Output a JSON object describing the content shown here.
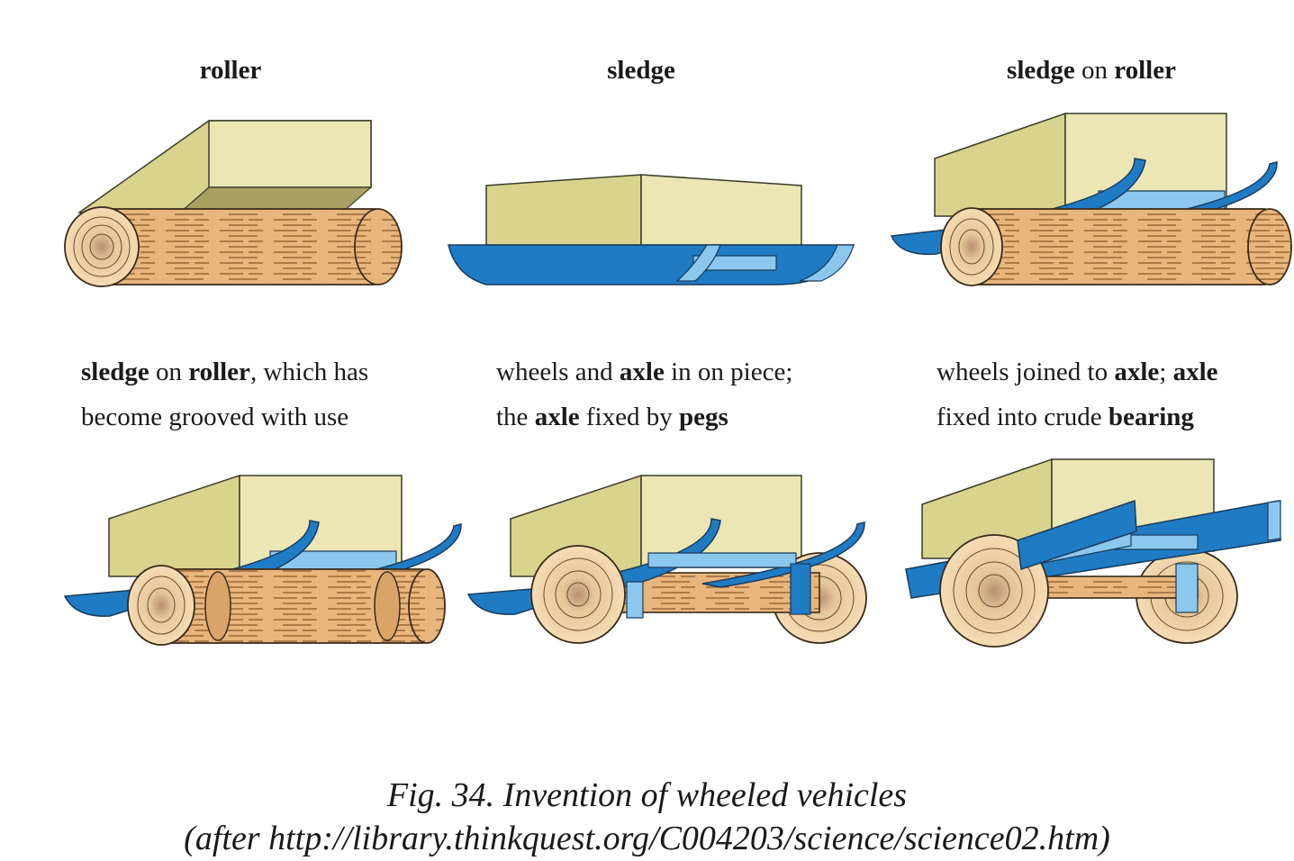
{
  "panels": [
    {
      "id": "roller",
      "label": [
        {
          "t": "roller",
          "b": true
        }
      ]
    },
    {
      "id": "sledge",
      "label": [
        {
          "t": "sledge",
          "b": true
        }
      ]
    },
    {
      "id": "sledge-on-roller",
      "label": [
        {
          "t": "sledge",
          "b": true
        },
        {
          "t": " on ",
          "b": false
        },
        {
          "t": "roller",
          "b": true
        }
      ]
    },
    {
      "id": "grooved",
      "label": [
        {
          "t": "sledge",
          "b": true
        },
        {
          "t": " on ",
          "b": false
        },
        {
          "t": "roller",
          "b": true
        },
        {
          "t": ", which has",
          "b": false
        }
      ],
      "label2": [
        {
          "t": "become grooved with use",
          "b": false
        }
      ]
    },
    {
      "id": "one-piece",
      "label": [
        {
          "t": "wheels and ",
          "b": false
        },
        {
          "t": "axle",
          "b": true
        },
        {
          "t": " in on piece;",
          "b": false
        }
      ],
      "label2": [
        {
          "t": "the ",
          "b": false
        },
        {
          "t": "axle",
          "b": true
        },
        {
          "t": " fixed by ",
          "b": false
        },
        {
          "t": "pegs",
          "b": true
        }
      ]
    },
    {
      "id": "bearing",
      "label": [
        {
          "t": "wheels joined to ",
          "b": false
        },
        {
          "t": "axle",
          "b": true
        },
        {
          "t": "; ",
          "b": false
        },
        {
          "t": "axle",
          "b": true
        }
      ],
      "label2": [
        {
          "t": "fixed into crude ",
          "b": false
        },
        {
          "t": "bearing",
          "b": true
        }
      ]
    }
  ],
  "caption": {
    "line1": "Fig. 34. Invention of wheeled vehicles",
    "line2": "(after http://library.thinkquest.org/C004203/science/science02.htm)"
  },
  "colors": {
    "box_front": "#d8d48e",
    "box_side": "#ebe6b4",
    "box_shadow": "#a8a060",
    "runner": "#1f7cc4",
    "runner_light": "#8cc8ee",
    "wood": "#e8b67c",
    "wood_end": "#f2d9b0",
    "outline": "#3a2a1a"
  }
}
